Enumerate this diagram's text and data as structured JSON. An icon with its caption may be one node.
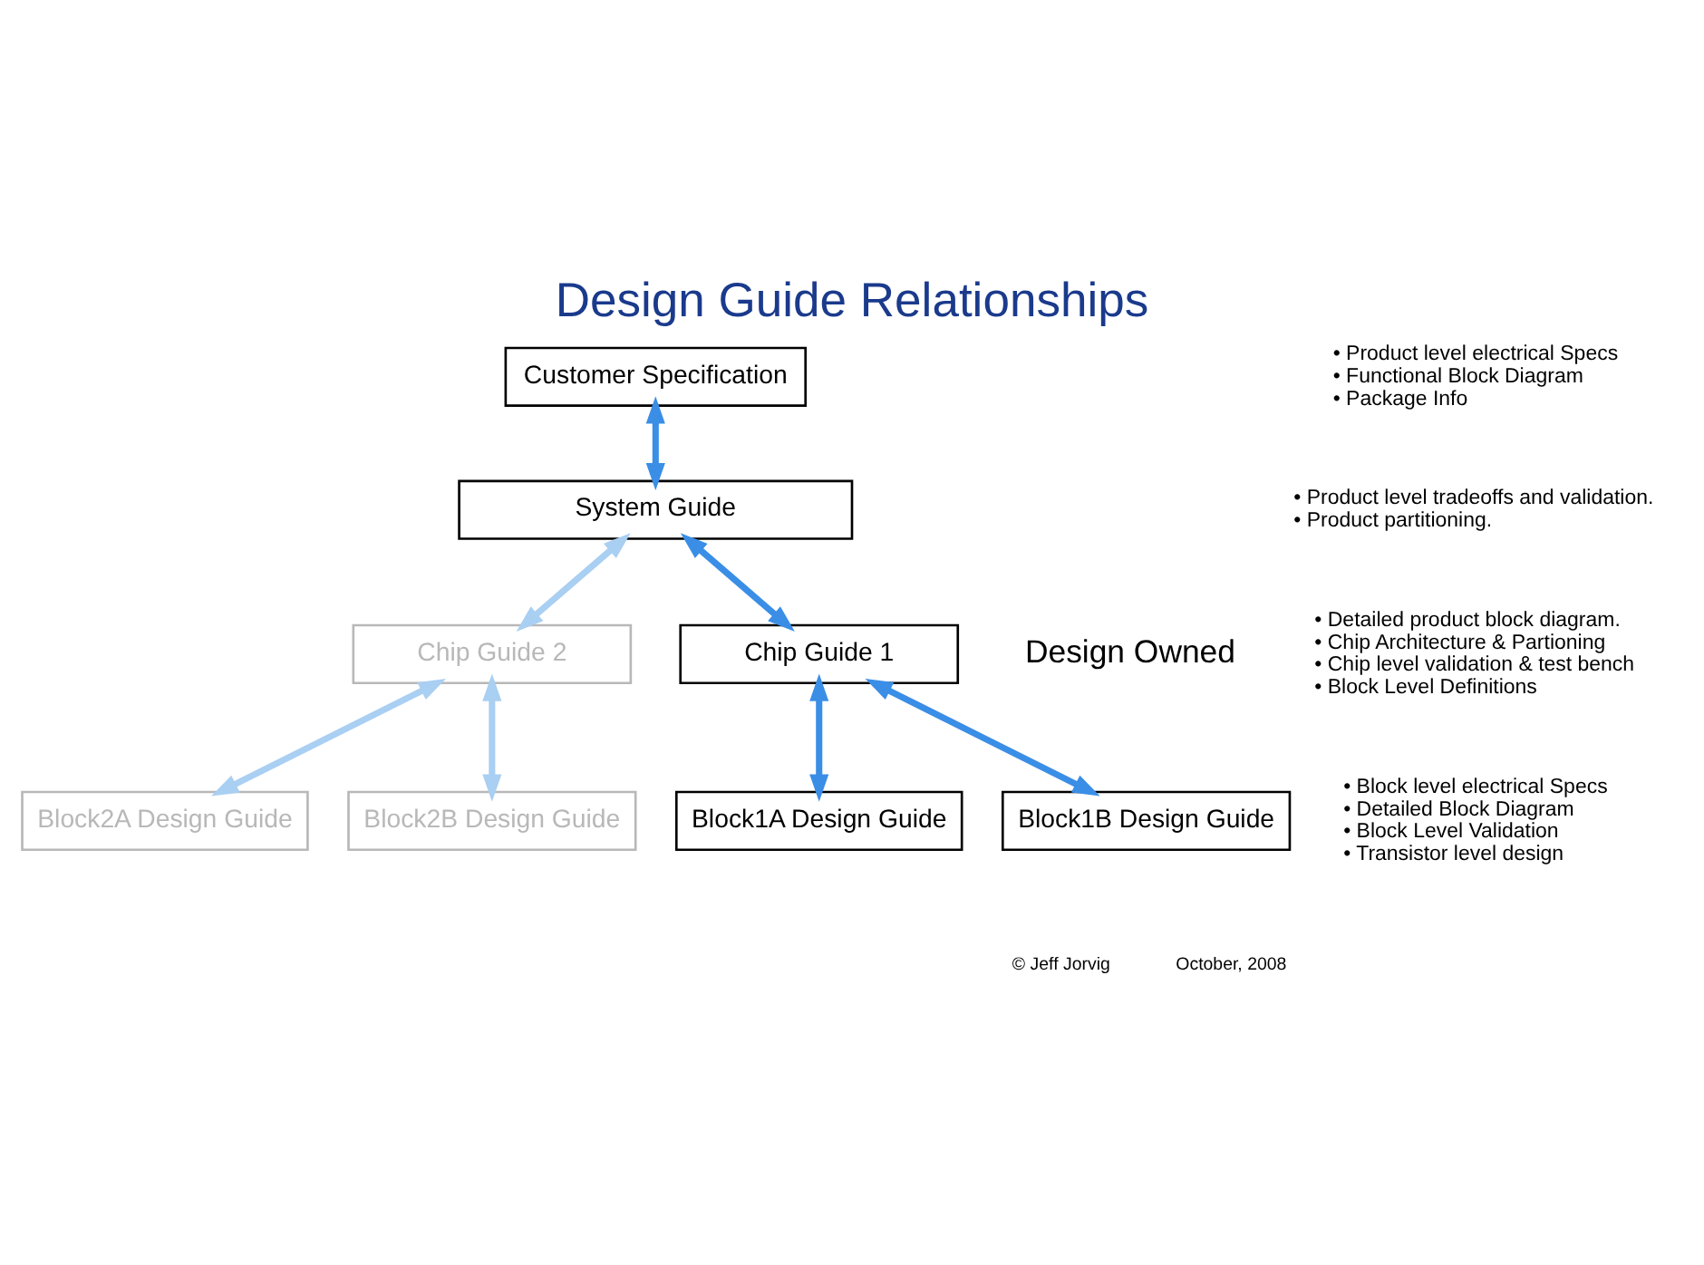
{
  "diagram": {
    "title": "Design Guide Relationships",
    "nodes": [
      {
        "text": [
          "Customer Specification"
        ]
      },
      {
        "text": [
          "System Guide"
        ]
      },
      {
        "text": [
          "Chip Guide 2"
        ]
      },
      {
        "text": [
          "Chip Guide 1"
        ]
      },
      {
        "text": [
          "Block2A Design Guide"
        ]
      },
      {
        "text": [
          "Block2B Design Guide"
        ]
      },
      {
        "text": [
          "Block1A Design Guide"
        ]
      },
      {
        "text": [
          "Block1B Design Guide"
        ]
      }
    ],
    "edges": [
      {
        "from": 0,
        "to": 1,
        "arrow": "both"
      },
      {
        "from": 1,
        "to": 2,
        "arrow": "both",
        "color": "#a9cff2"
      },
      {
        "from": 1,
        "to": 3,
        "arrow": "both"
      },
      {
        "from": 2,
        "to": 4,
        "arrow": "both",
        "color": "#a9cff2"
      },
      {
        "from": 2,
        "to": 5,
        "arrow": "both",
        "color": "#a9cff2"
      },
      {
        "from": 3,
        "to": 6,
        "arrow": "both"
      },
      {
        "from": 3,
        "to": 7,
        "arrow": "both"
      }
    ],
    "labels": [
      "• Product level electrical Specs",
      "• Functional Block Diagram",
      "• Package Info",
      "• Product level tradeoffs and validation.",
      "• Product partitioning.",
      "• Detailed product block diagram.",
      "• Chip Architecture & Partioning",
      "• Chip level validation & test bench",
      "• Block Level Definitions",
      "• Block level electrical Specs",
      "• Detailed Block Diagram",
      "• Block Level Validation",
      "• Transistor level design",
      "Design Owned",
      "© Jeff Jorvig",
      "October, 2008"
    ]
  }
}
